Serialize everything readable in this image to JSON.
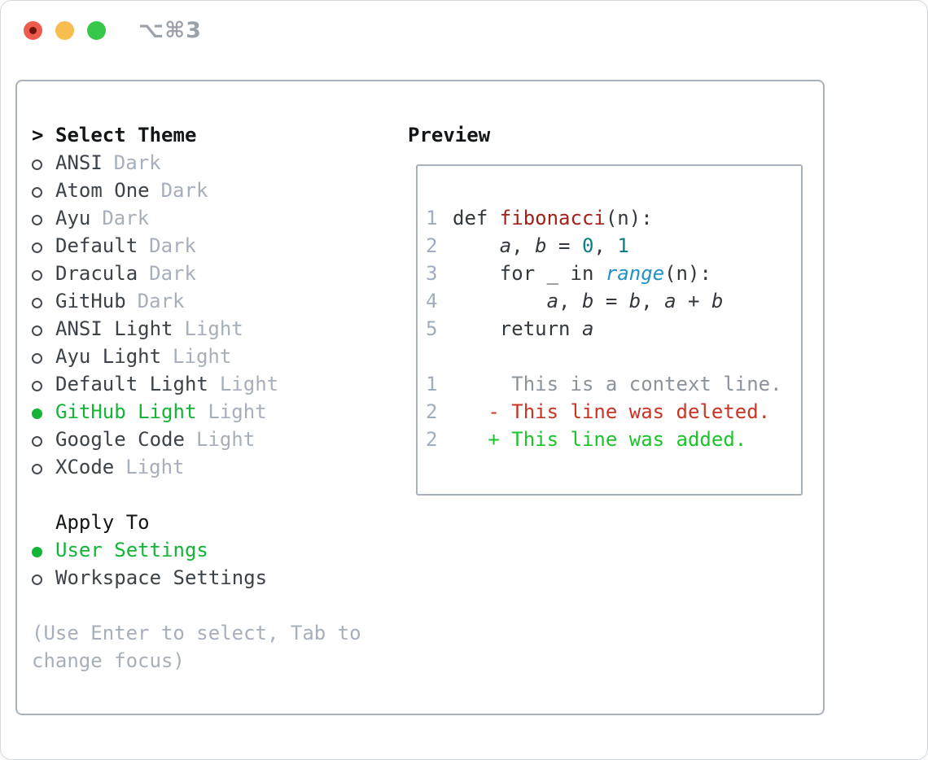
{
  "colors": {
    "window_border": "#d4d8dd",
    "box_border": "#a9b1bb",
    "traffic_red": "#f05b4e",
    "traffic_red_dot": "#71160d",
    "traffic_yellow": "#f6be4f",
    "traffic_green": "#35c84a",
    "title_gray": "#9aa1a9",
    "text_black": "#131619",
    "text_dark": "#3c4249",
    "badge_gray": "#a6afbb",
    "hint_gray": "#a6afbb",
    "linenum_gray": "#9fadc0",
    "code_dark": "#32383e",
    "fn_red": "#a32017",
    "num_teal": "#0d7e85",
    "call_blue": "#2292cb",
    "ctx_gray": "#8d939b",
    "del_red": "#ca3425",
    "add_green": "#1dc32b",
    "sel_green": "#14b438"
  },
  "titlebar": {
    "title": "⌥⌘3"
  },
  "theme_panel": {
    "header_prefix": ">",
    "header": "Select Theme",
    "items": [
      {
        "name": "ANSI",
        "badge": "Dark",
        "selected": false
      },
      {
        "name": "Atom One",
        "badge": "Dark",
        "selected": false
      },
      {
        "name": "Ayu",
        "badge": "Dark",
        "selected": false
      },
      {
        "name": "Default",
        "badge": "Dark",
        "selected": false
      },
      {
        "name": "Dracula",
        "badge": "Dark",
        "selected": false
      },
      {
        "name": "GitHub",
        "badge": "Dark",
        "selected": false
      },
      {
        "name": "ANSI Light",
        "badge": "Light",
        "selected": false
      },
      {
        "name": "Ayu Light",
        "badge": "Light",
        "selected": false
      },
      {
        "name": "Default Light",
        "badge": "Light",
        "selected": false
      },
      {
        "name": "GitHub Light",
        "badge": "Light",
        "selected": true
      },
      {
        "name": "Google Code",
        "badge": "Light",
        "selected": false
      },
      {
        "name": "XCode",
        "badge": "Light",
        "selected": false
      }
    ]
  },
  "apply_panel": {
    "header": "Apply To",
    "items": [
      {
        "name": "User Settings",
        "selected": true
      },
      {
        "name": "Workspace Settings",
        "selected": false
      }
    ]
  },
  "hint": "(Use Enter to select, Tab to change focus)",
  "preview": {
    "header": "Preview",
    "lines": [
      {
        "num": "1",
        "segs": [
          {
            "t": "def ",
            "c": "plain"
          },
          {
            "t": "fibonacci",
            "c": "fn"
          },
          {
            "t": "(n):",
            "c": "plain"
          }
        ]
      },
      {
        "num": "2",
        "segs": [
          {
            "t": "    ",
            "c": "plain"
          },
          {
            "t": "a",
            "c": "var"
          },
          {
            "t": ", ",
            "c": "plain"
          },
          {
            "t": "b",
            "c": "var"
          },
          {
            "t": " = ",
            "c": "plain"
          },
          {
            "t": "0",
            "c": "num"
          },
          {
            "t": ", ",
            "c": "plain"
          },
          {
            "t": "1",
            "c": "num"
          }
        ]
      },
      {
        "num": "3",
        "segs": [
          {
            "t": "    for _ in ",
            "c": "plain"
          },
          {
            "t": "range",
            "c": "call"
          },
          {
            "t": "(n):",
            "c": "plain"
          }
        ]
      },
      {
        "num": "4",
        "segs": [
          {
            "t": "        ",
            "c": "plain"
          },
          {
            "t": "a",
            "c": "var"
          },
          {
            "t": ", ",
            "c": "plain"
          },
          {
            "t": "b",
            "c": "var"
          },
          {
            "t": " = ",
            "c": "plain"
          },
          {
            "t": "b",
            "c": "var"
          },
          {
            "t": ", ",
            "c": "plain"
          },
          {
            "t": "a",
            "c": "var"
          },
          {
            "t": " + ",
            "c": "plain"
          },
          {
            "t": "b",
            "c": "var"
          }
        ]
      },
      {
        "num": "5",
        "segs": [
          {
            "t": "    return ",
            "c": "plain"
          },
          {
            "t": "a",
            "c": "var"
          }
        ]
      },
      {
        "num": "",
        "segs": []
      },
      {
        "num": "1",
        "segs": [
          {
            "t": "     This is a context line.",
            "c": "ctx"
          }
        ]
      },
      {
        "num": "2",
        "segs": [
          {
            "t": "   - This line was deleted.",
            "c": "del"
          }
        ]
      },
      {
        "num": "2",
        "segs": [
          {
            "t": "   + This line was added.",
            "c": "add"
          }
        ]
      }
    ]
  }
}
